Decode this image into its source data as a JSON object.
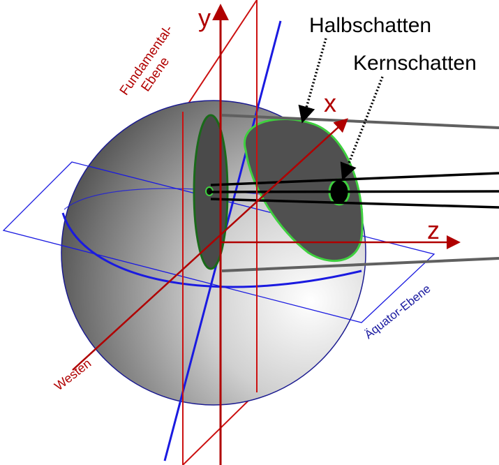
{
  "labels": {
    "halbschatten": "Halbschatten",
    "kernschatten": "Kernschatten",
    "axis_x": "x",
    "axis_y": "y",
    "axis_z": "z",
    "fundamental_line1": "Fundamental-",
    "fundamental_line2": "Ebene",
    "aequator": "Äquator-Ebene",
    "westen": "Westen"
  },
  "colors": {
    "axis_red": "#b00000",
    "plane_red": "#cc1010",
    "equator_blue": "#1a1ae0",
    "sphere_outline": "#1a1a90",
    "shadow_outline": "#3fd03f",
    "shadow_fill": "#505050",
    "rays": "#000000"
  }
}
